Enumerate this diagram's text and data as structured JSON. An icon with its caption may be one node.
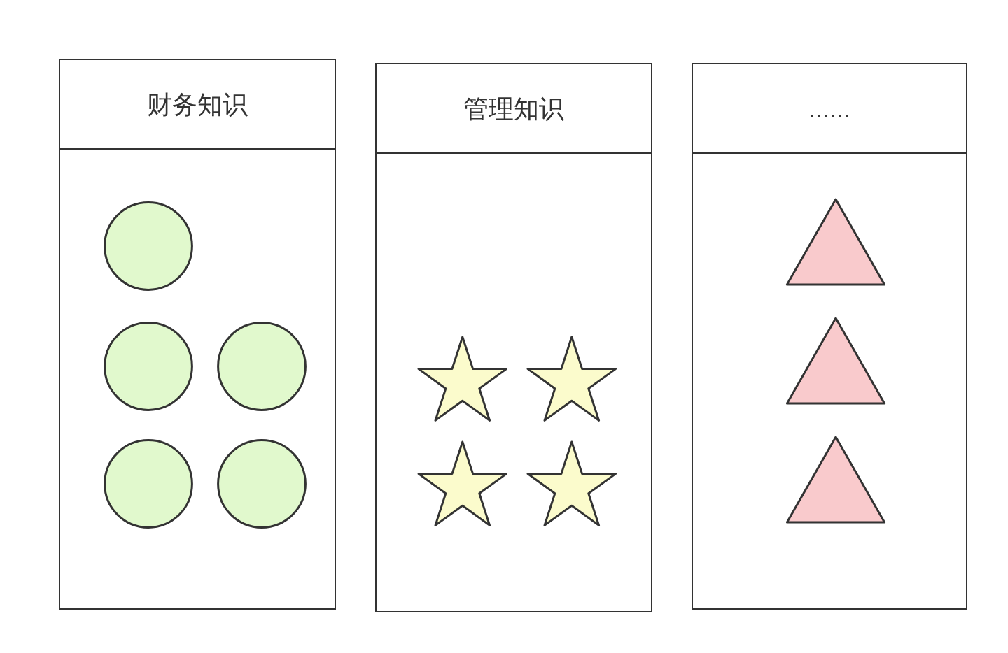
{
  "diagram": {
    "nodes": [
      {
        "text": [
          "财务知识"
        ]
      },
      {
        "text": [],
        "shape": "circle",
        "in": 0
      },
      {
        "text": [],
        "shape": "circle",
        "in": 0
      },
      {
        "text": [],
        "shape": "circle",
        "in": 0
      },
      {
        "text": [],
        "shape": "circle",
        "in": 0
      },
      {
        "text": [],
        "shape": "circle",
        "in": 0
      },
      {
        "text": [
          "管理知识"
        ]
      },
      {
        "text": [],
        "shape": "star",
        "in": 6
      },
      {
        "text": [],
        "shape": "star",
        "in": 6
      },
      {
        "text": [],
        "shape": "star",
        "in": 6
      },
      {
        "text": [],
        "shape": "star",
        "in": 6
      },
      {
        "text": [
          "......"
        ]
      },
      {
        "text": [],
        "shape": "triangle",
        "in": 11
      },
      {
        "text": [],
        "shape": "triangle",
        "in": 11
      },
      {
        "text": [],
        "shape": "triangle",
        "in": 11
      }
    ]
  }
}
